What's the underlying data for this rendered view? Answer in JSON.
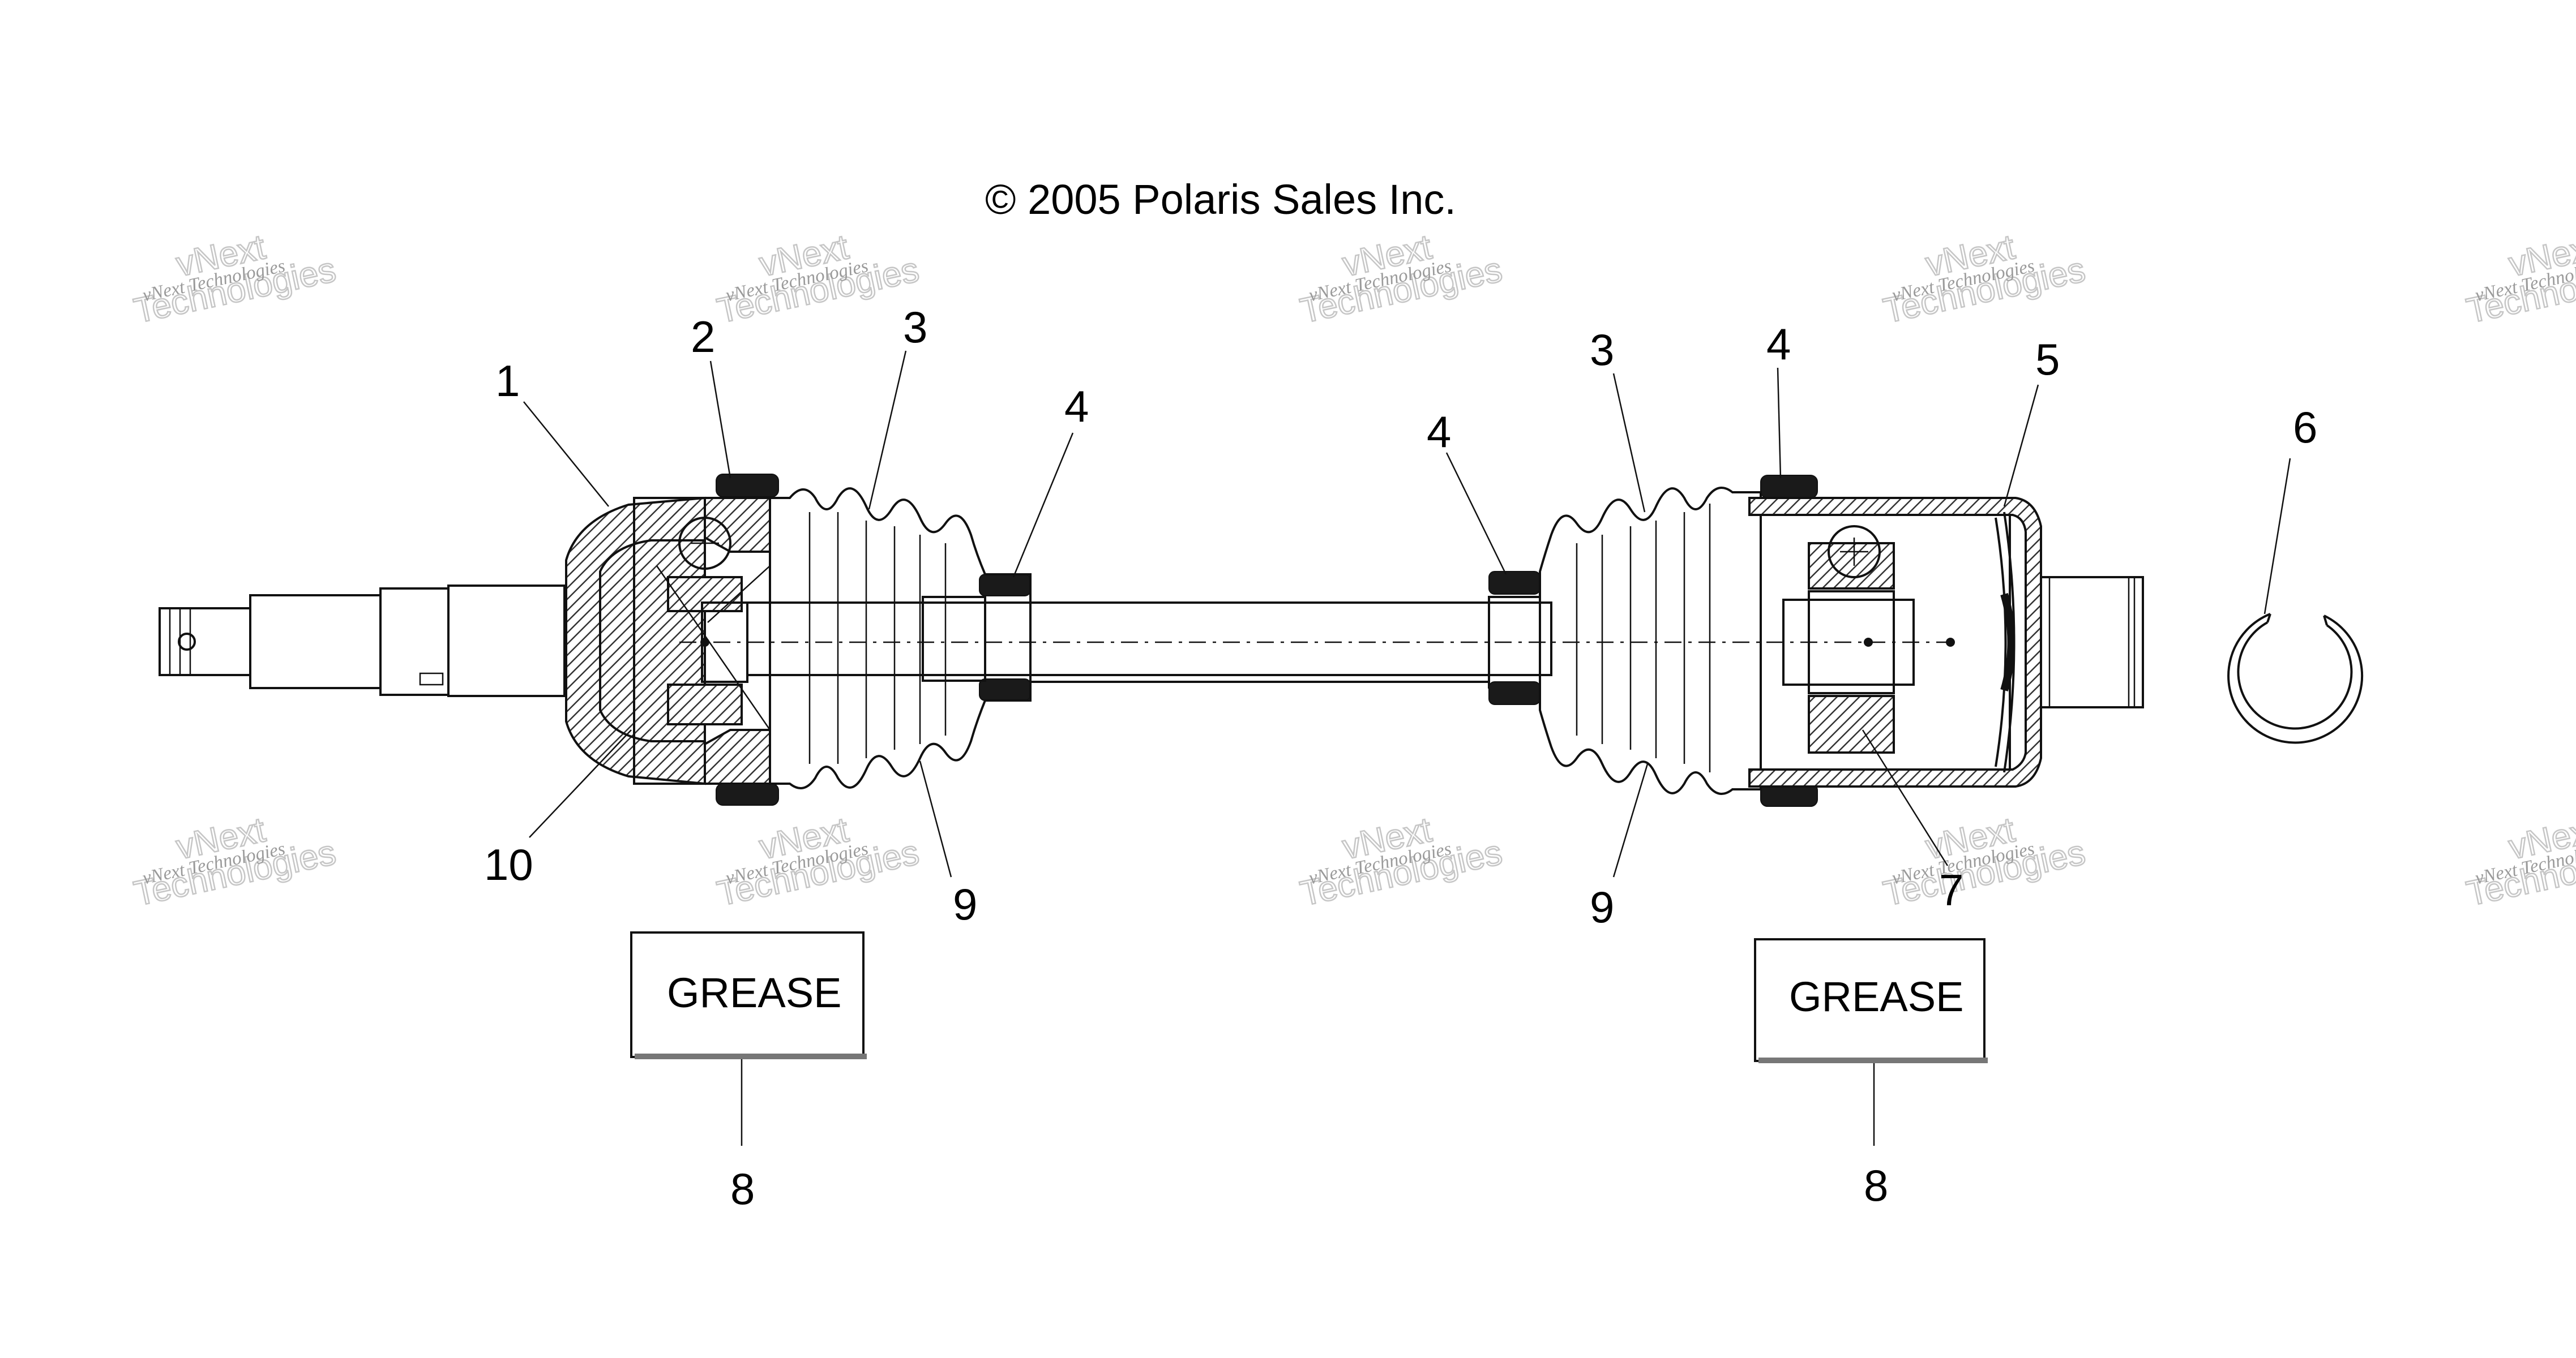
{
  "copyright": "© 2005 Polaris Sales Inc.",
  "watermark": {
    "line1": "vNext Technologies",
    "line2": "vNext",
    "line3": "Technologies"
  },
  "grease_boxes": [
    {
      "text": "GREASE",
      "callout": "8"
    },
    {
      "text": "GREASE",
      "callout": "8"
    }
  ],
  "callouts": {
    "c1": "1",
    "c2": "2",
    "c3_left": "3",
    "c4_left": "4",
    "c4_mid": "4",
    "c3_right": "3",
    "c4_right": "4",
    "c5": "5",
    "c6": "6",
    "c10": "10",
    "c9_left": "9",
    "c9_right": "9",
    "c7": "7"
  }
}
